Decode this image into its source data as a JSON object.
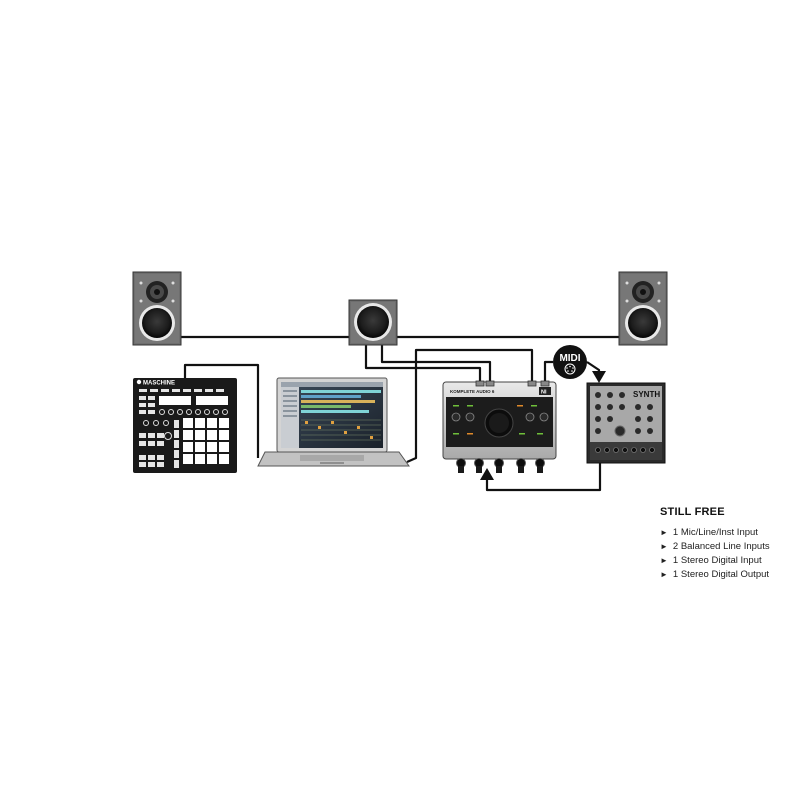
{
  "devices": {
    "maschine_brand": "MASCHINE",
    "interface_brand": "KOMPLETE AUDIO 6",
    "interface_logo": "NI",
    "synth_label": "SYNTH",
    "midi_badge": "MIDI"
  },
  "still_free": {
    "title": "STILL FREE",
    "items": [
      "1 Mic/Line/Inst Input",
      "2 Balanced Line Inputs",
      "1 Stereo Digital Input",
      "1 Stereo Digital Output"
    ]
  },
  "colors": {
    "cable": "#111111",
    "device_dark": "#1a1a1a",
    "speaker_gray": "#6e6e6e",
    "silver": "#c8c8c8",
    "led_green": "#6fbf3a",
    "led_orange": "#e08a2a"
  },
  "icons": [
    "midi-connector-icon",
    "arrow-right-icon"
  ]
}
